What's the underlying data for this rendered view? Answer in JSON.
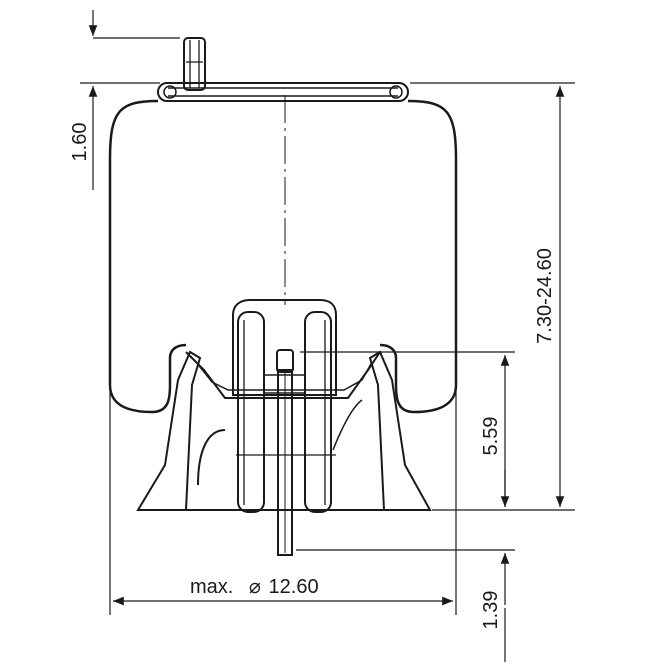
{
  "dimensions": {
    "top_flange_height": "1.60",
    "overall_height_range": "7.30-24.60",
    "piston_height": "5.59",
    "stud_length": "1.39",
    "max_diameter_prefix": "max.",
    "max_diameter_symbol": "⌀",
    "max_diameter_value": "12.60"
  },
  "colors": {
    "line": "#1a1a1a",
    "background": "#ffffff"
  }
}
